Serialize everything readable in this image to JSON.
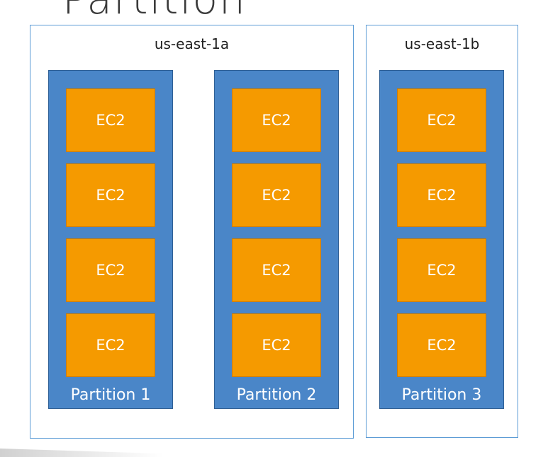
{
  "title": "Partition",
  "zones": [
    {
      "label": "us-east-1a",
      "partitions": [
        {
          "label": "Partition 1",
          "instances": [
            "EC2",
            "EC2",
            "EC2",
            "EC2"
          ]
        },
        {
          "label": "Partition 2",
          "instances": [
            "EC2",
            "EC2",
            "EC2",
            "EC2"
          ]
        }
      ]
    },
    {
      "label": "us-east-1b",
      "partitions": [
        {
          "label": "Partition 3",
          "instances": [
            "EC2",
            "EC2",
            "EC2",
            "EC2"
          ]
        }
      ]
    }
  ],
  "colors": {
    "zone_border": "#5b9bd5",
    "partition_fill": "#4a86c8",
    "ec2_fill": "#f59a00"
  }
}
